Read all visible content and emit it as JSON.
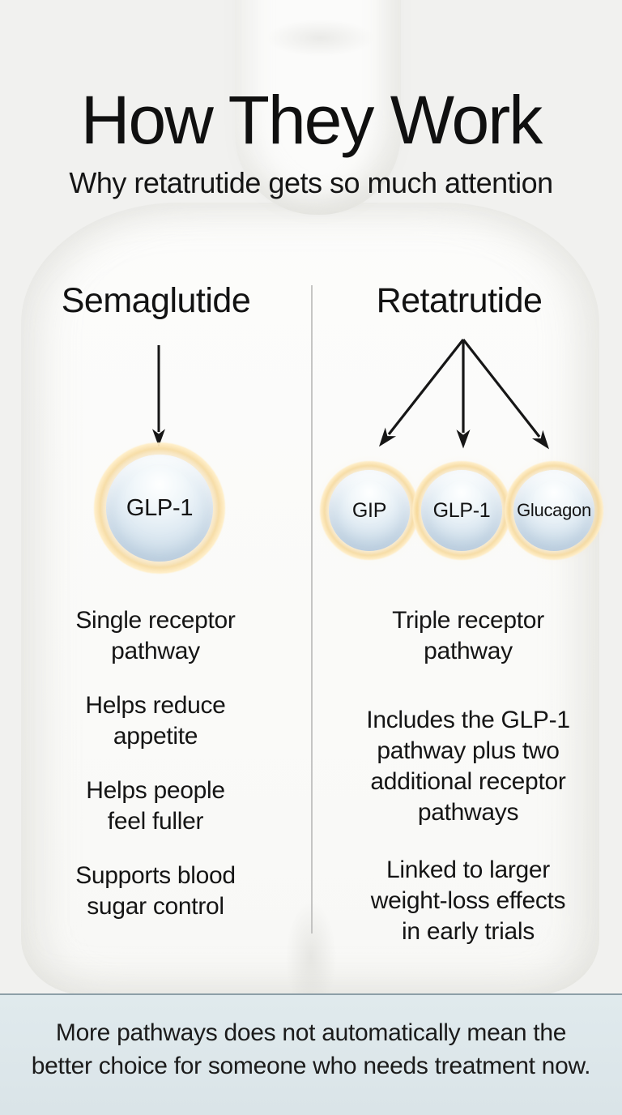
{
  "header": {
    "title": "How They Work",
    "subtitle": "Why retatrutide gets so much attention"
  },
  "comparison": {
    "left": {
      "heading": "Semaglutide",
      "receptors": [
        {
          "label": "GLP-1"
        }
      ],
      "points": [
        [
          "Single receptor",
          "pathway"
        ],
        [
          "Helps reduce",
          "appetite"
        ],
        [
          "Helps people",
          "feel fuller"
        ],
        [
          "Supports blood",
          "sugar control"
        ]
      ]
    },
    "right": {
      "heading": "Retatrutide",
      "receptors": [
        {
          "label": "GIP"
        },
        {
          "label": "GLP-1"
        },
        {
          "label": "Glucagon"
        }
      ],
      "points": [
        [
          "Triple receptor",
          "pathway"
        ],
        [
          "Includes the GLP-1",
          "pathway plus two",
          "additional receptor",
          "pathways"
        ],
        [
          "Linked to larger",
          "weight-loss effects",
          "in early trials"
        ]
      ]
    }
  },
  "footer": {
    "note": [
      "More pathways does not automatically mean the",
      "better choice for someone who needs treatment now."
    ]
  },
  "icons": {
    "left_arrow": "single-down-arrow",
    "right_arrows": "triple-fan-arrows"
  },
  "colors": {
    "background": "#f1f1ef",
    "silhouette": "#fbfbfa",
    "text": "#151515",
    "accent_gold_ring": "#f6d796",
    "orb_blue": "#dce8f1",
    "divider": "#b8b8b6",
    "footer_band": "#dde6e9",
    "footer_border": "#8d9fa8"
  }
}
